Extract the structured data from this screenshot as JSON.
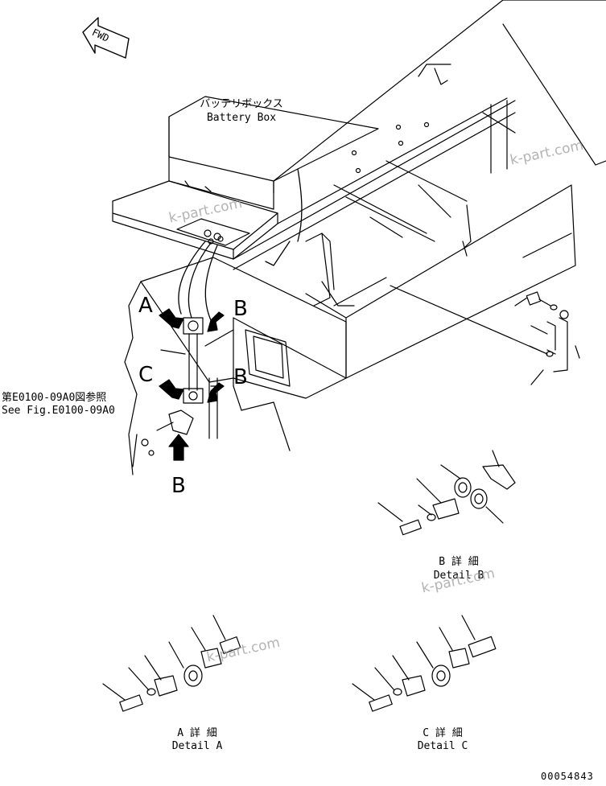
{
  "header": {
    "fwd_label": "FWD"
  },
  "labels": {
    "battery_box_jp": "バッテリボックス",
    "battery_box_en": "Battery Box",
    "see_fig_jp": "第E0100-09A0図参照",
    "see_fig_en": "See Fig.E0100-09A0",
    "view_a": "A",
    "view_b_top": "B",
    "view_c": "C",
    "view_b_mid": "B",
    "view_b_arrow": "B",
    "detail_b_jp": "B 詳 細",
    "detail_b_en": "Detail B",
    "detail_a_jp": "A 詳 細",
    "detail_a_en": "Detail A",
    "detail_c_jp": "C 詳 細",
    "detail_c_en": "Detail C"
  },
  "watermark": {
    "text": "k-part.com"
  },
  "footer": {
    "drawing_number": "00054843"
  }
}
